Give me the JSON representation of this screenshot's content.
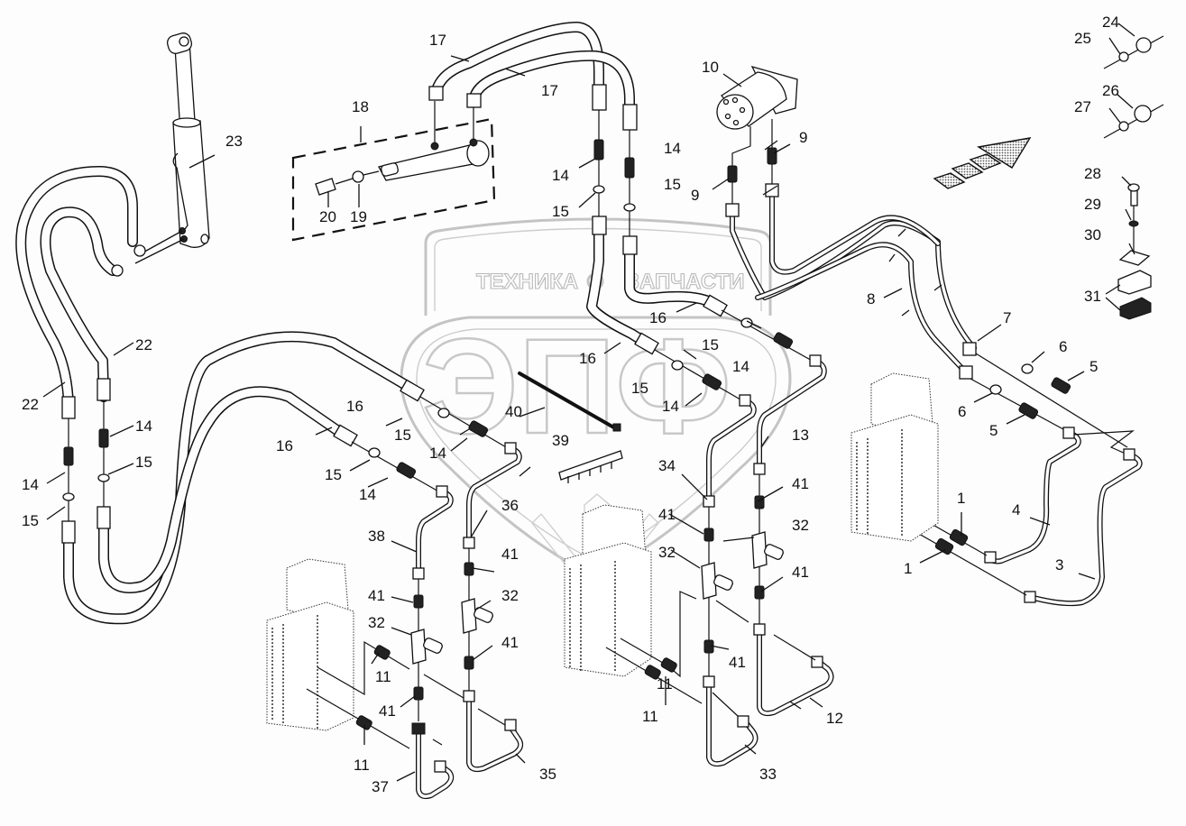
{
  "diagram": {
    "title": "Hydraulic lines exploded parts diagram",
    "watermark": {
      "left_word": "ТЕХНИКА",
      "right_word": "ЗАПЧАСТИ",
      "logo_letters": "ЭПФ",
      "color": "#c4c4c4"
    },
    "direction_arrow": {
      "meaning": "forward direction indicator",
      "icon": "arrow-up-right-icon"
    },
    "callouts": [
      {
        "label": "1"
      },
      {
        "label": "1"
      },
      {
        "label": "3"
      },
      {
        "label": "4"
      },
      {
        "label": "5"
      },
      {
        "label": "5"
      },
      {
        "label": "6"
      },
      {
        "label": "6"
      },
      {
        "label": "7"
      },
      {
        "label": "8"
      },
      {
        "label": "9"
      },
      {
        "label": "9"
      },
      {
        "label": "10"
      },
      {
        "label": "11"
      },
      {
        "label": "11"
      },
      {
        "label": "11"
      },
      {
        "label": "11"
      },
      {
        "label": "12"
      },
      {
        "label": "13"
      },
      {
        "label": "14"
      },
      {
        "label": "14"
      },
      {
        "label": "14"
      },
      {
        "label": "14"
      },
      {
        "label": "14"
      },
      {
        "label": "14"
      },
      {
        "label": "14"
      },
      {
        "label": "14"
      },
      {
        "label": "15"
      },
      {
        "label": "15"
      },
      {
        "label": "15"
      },
      {
        "label": "15"
      },
      {
        "label": "15"
      },
      {
        "label": "15"
      },
      {
        "label": "15"
      },
      {
        "label": "15"
      },
      {
        "label": "16"
      },
      {
        "label": "16"
      },
      {
        "label": "16"
      },
      {
        "label": "16"
      },
      {
        "label": "17"
      },
      {
        "label": "17"
      },
      {
        "label": "18"
      },
      {
        "label": "19"
      },
      {
        "label": "20"
      },
      {
        "label": "22"
      },
      {
        "label": "22"
      },
      {
        "label": "23"
      },
      {
        "label": "24"
      },
      {
        "label": "25"
      },
      {
        "label": "26"
      },
      {
        "label": "27"
      },
      {
        "label": "28"
      },
      {
        "label": "29"
      },
      {
        "label": "30"
      },
      {
        "label": "31"
      },
      {
        "label": "32"
      },
      {
        "label": "32"
      },
      {
        "label": "32"
      },
      {
        "label": "32"
      },
      {
        "label": "33"
      },
      {
        "label": "34"
      },
      {
        "label": "35"
      },
      {
        "label": "36"
      },
      {
        "label": "37"
      },
      {
        "label": "38"
      },
      {
        "label": "39"
      },
      {
        "label": "40"
      },
      {
        "label": "41"
      },
      {
        "label": "41"
      },
      {
        "label": "41"
      },
      {
        "label": "41"
      },
      {
        "label": "41"
      },
      {
        "label": "41"
      },
      {
        "label": "41"
      },
      {
        "label": "41"
      }
    ],
    "components": [
      {
        "id": "23",
        "name": "hydraulic-cylinder"
      },
      {
        "id": "18",
        "name": "cylinder-assembly-kit"
      },
      {
        "id": "10",
        "name": "hydraulic-motor"
      },
      {
        "id": "22",
        "name": "hoses"
      },
      {
        "id": "17",
        "name": "hoses"
      },
      {
        "id": "16",
        "name": "hoses"
      },
      {
        "id": "14",
        "name": "adapter-fittings"
      },
      {
        "id": "15",
        "name": "seal-washers"
      },
      {
        "id": "41",
        "name": "adapter-fittings"
      },
      {
        "id": "32",
        "name": "tee-fittings"
      },
      {
        "id": "11",
        "name": "adapter-fittings"
      },
      {
        "id": "1",
        "name": "adapter-fittings"
      },
      {
        "id": "5",
        "name": "adapter-fittings"
      },
      {
        "id": "6",
        "name": "seal-washers"
      },
      {
        "id": "9",
        "name": "adapter-fittings"
      },
      {
        "id": "24-27",
        "name": "nuts-and-rings"
      },
      {
        "id": "28-31",
        "name": "pipe-clamp-set"
      },
      {
        "id": "39",
        "name": "clip-strip"
      },
      {
        "id": "40",
        "name": "cable-tie"
      },
      {
        "id": "control-valve",
        "name": "control-valve-block"
      }
    ]
  }
}
